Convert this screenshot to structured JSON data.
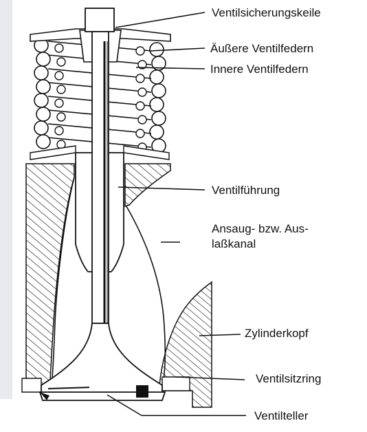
{
  "labels": {
    "keepers": "Ventilsicherungskeile",
    "outer_springs": "Äußere Ventilfedern",
    "inner_springs": "Innere Ventilfedern",
    "guide": "Ventilführung",
    "port_line1": "Ansaug- bzw. Aus-",
    "port_line2": "laßkanal",
    "head": "Zylinderkopf",
    "seat_ring": "Ventilsitzring",
    "valve_head": "Ventilteller"
  },
  "colors": {
    "ink": "#111111",
    "background": "#ffffff",
    "side_strip": "#e9eaee"
  }
}
